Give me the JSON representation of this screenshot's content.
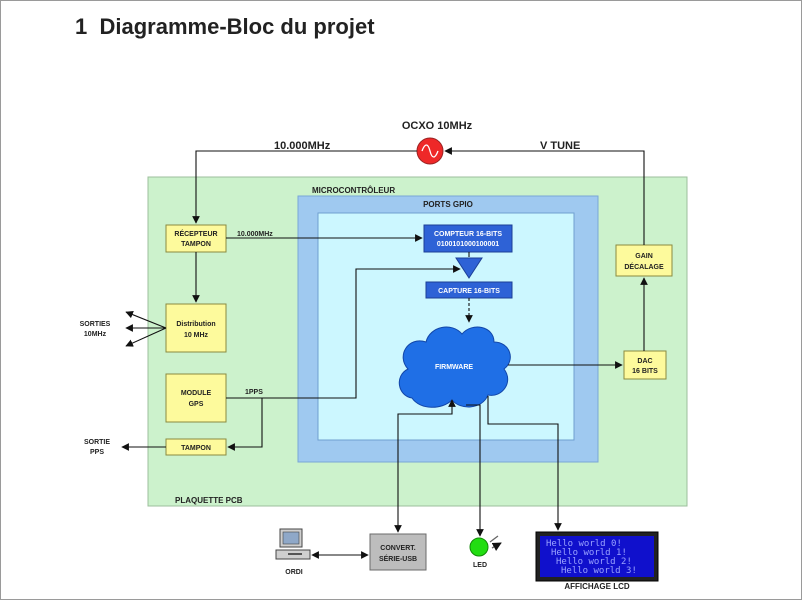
{
  "heading": {
    "number": "1",
    "title": "Diagramme-Bloc du projet"
  },
  "labels": {
    "ocxo": "OCXO 10MHz",
    "freq_top": "10.000MHz",
    "vtune": "V TUNE",
    "microcontroleur": "MICROCONTRÔLEUR",
    "ports_gpio": "PORTS GPIO",
    "recepteur": [
      "RÉCEPTEUR",
      "TAMPON"
    ],
    "freq_inner": "10.000MHz",
    "compteur": [
      "COMPTEUR 16-BITS",
      "0100101000100001"
    ],
    "capture": "CAPTURE 16-BITS",
    "firmware": "FIRMWARE",
    "distribution": [
      "Distribution",
      "10 MHz"
    ],
    "module_gps": [
      "MODULE",
      "GPS"
    ],
    "pps": "1PPS",
    "tampon": "TAMPON",
    "gain": [
      "GAIN",
      "DÉCALAGE"
    ],
    "dac": [
      "DAC",
      "16 BITS"
    ],
    "sorties": [
      "SORTIES",
      "10MHz"
    ],
    "sortie_pps": [
      "SORTIE",
      "PPS"
    ],
    "plaquette": "PLAQUETTE PCB",
    "convert": [
      "CONVERT.",
      "SÉRIE-USB"
    ],
    "ordi": "ORDI",
    "led": "LED",
    "affichage": "AFFICHAGE LCD",
    "lcd_lines": [
      "Hello world 0!",
      "Hello world 1!",
      "Hello world 2!",
      "Hello world 3!"
    ]
  },
  "colors": {
    "pcb": "#ccf2cc",
    "micro_outer": "#9fc9f0",
    "micro_inner": "#ccf7ff",
    "block_yellow": "#fdfa9c",
    "block_blue": "#2e62d6",
    "ocxo": "#ee2828",
    "led": "#22dd11",
    "lcd_bg": "#1010cc"
  }
}
